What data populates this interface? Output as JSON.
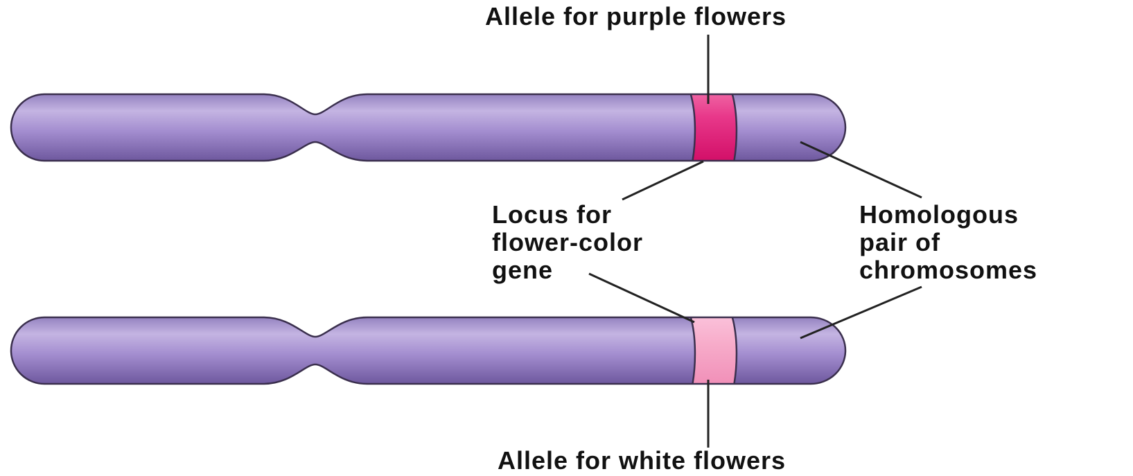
{
  "labels": {
    "allele_purple": "Allele for purple flowers",
    "locus": [
      "Locus for",
      "flower-color",
      "gene"
    ],
    "homologous": [
      "Homologous",
      "pair of",
      "chromosomes"
    ],
    "allele_white": "Allele for white flowers"
  },
  "colors": {
    "chromosome_light": "#c2b0e0",
    "chromosome_mid": "#9c86c8",
    "chromosome_dark": "#6a55a0",
    "outline": "#3a2f4d",
    "purple_allele_band": "#e01574",
    "white_allele_band": "#f6a2c6",
    "leader_line": "#222222"
  }
}
